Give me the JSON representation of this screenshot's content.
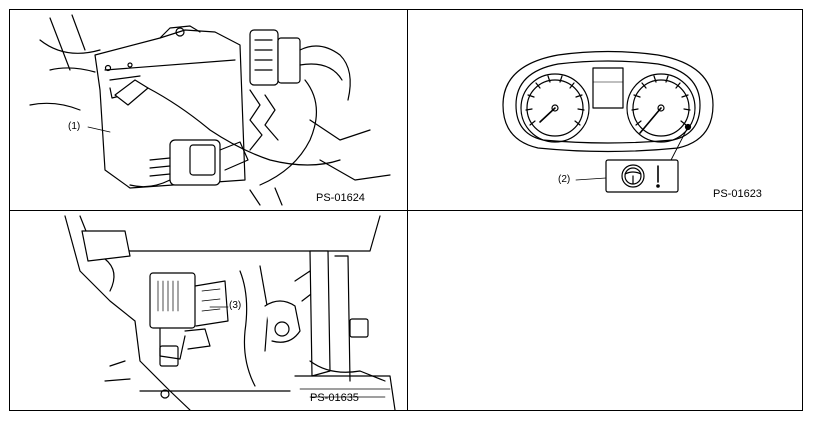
{
  "figures": [
    {
      "code": "PS-01624",
      "callouts": [
        "(1)"
      ]
    },
    {
      "code": "PS-01623",
      "callouts": [
        "(2)"
      ]
    },
    {
      "code": "PS-01635",
      "callouts": [
        "(3)"
      ]
    },
    {
      "code": "",
      "callouts": []
    }
  ]
}
